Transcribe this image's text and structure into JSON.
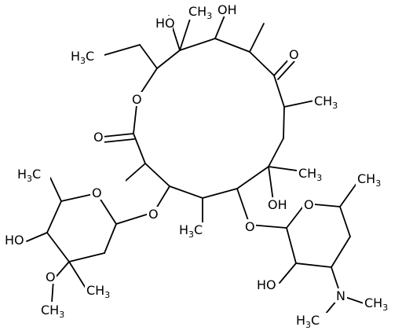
{
  "labels": {
    "ho_top": "HO",
    "ch3_top": "CH",
    "oh_top": "OH",
    "h3c_ethyl": "H",
    "ring_o": "O",
    "ketone_o": "O",
    "ch3_right": "CH",
    "lactone_o": "O",
    "ch3_c6": "CH",
    "oh_c6": "OH",
    "h3c_cladinose": "H",
    "o_cladinose_ring": "O",
    "o_link_left": "O",
    "h3c_c4": "H",
    "o_link_right": "O",
    "o_desosamine_ring": "O",
    "ch3_desosamine": "CH",
    "ho_cladinose": "HO",
    "ch3_cladinose": "CH",
    "o_methoxy": "O",
    "ch3_methoxy": "CH",
    "ho_desosamine": "HO",
    "n_dimethyl": "N",
    "ch3_n": "CH",
    "h3c_n": "H"
  },
  "subscripts": {
    "three": "3"
  }
}
